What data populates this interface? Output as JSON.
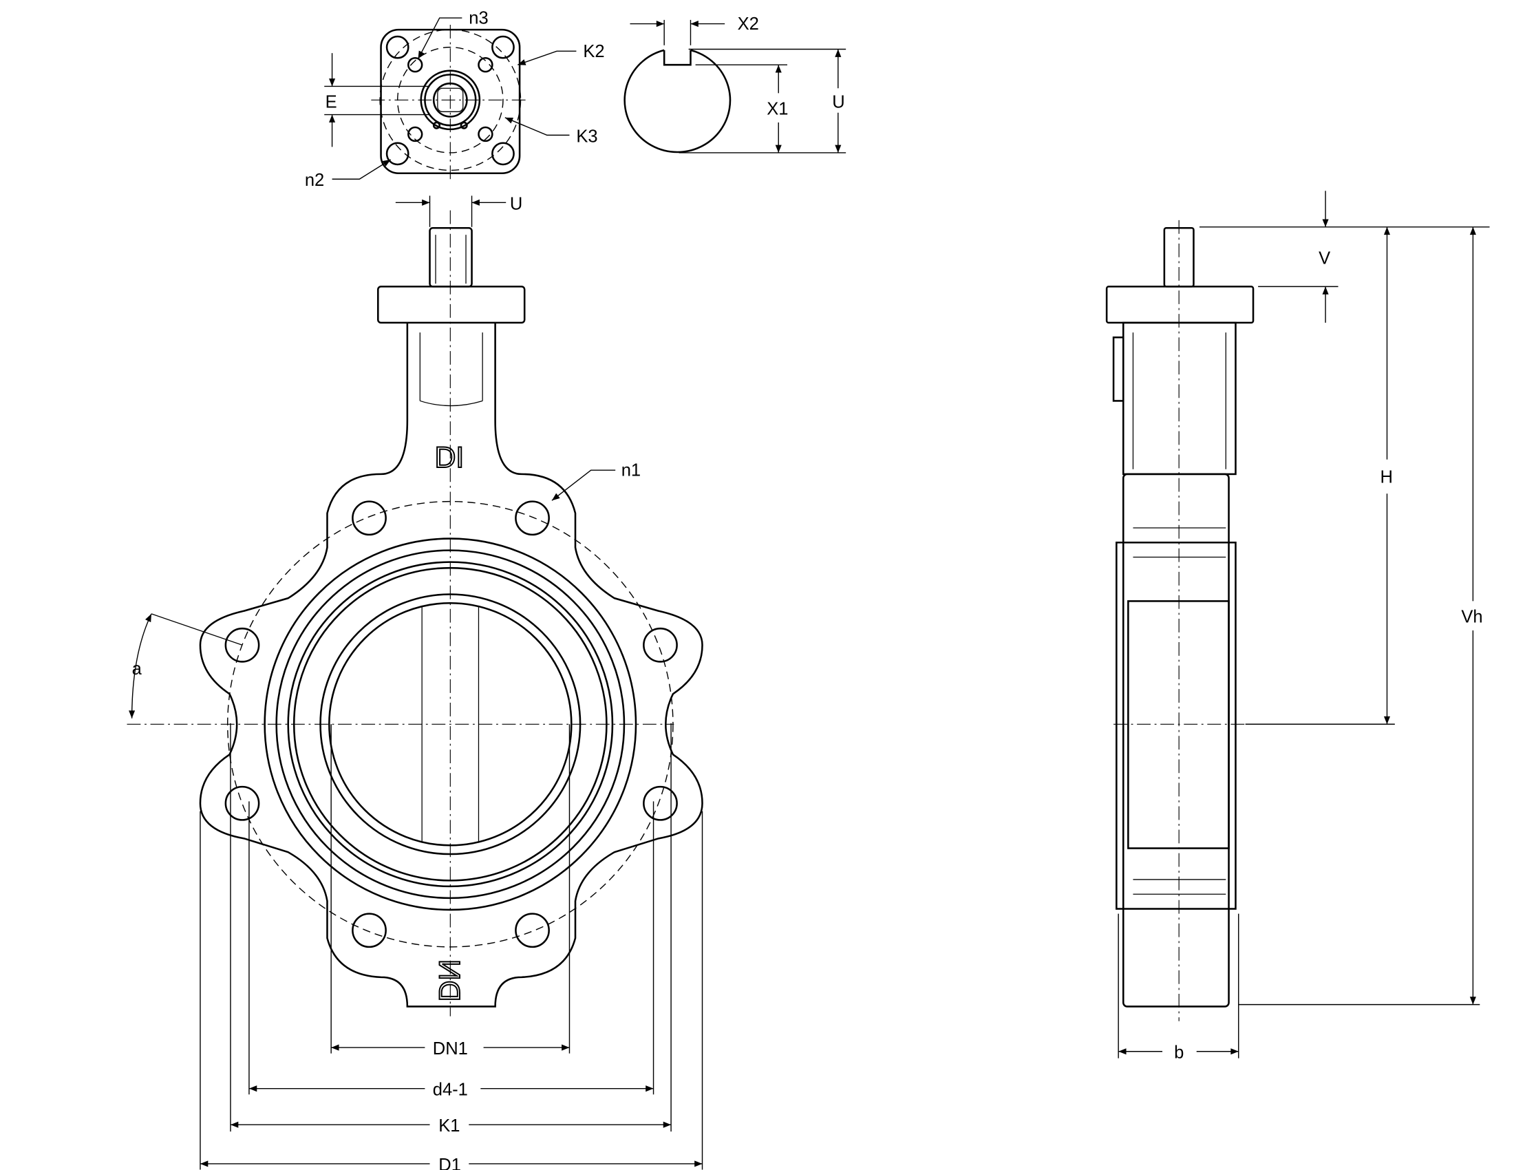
{
  "drawing": {
    "title": "Lug butterfly valve dimension drawing",
    "labels": {
      "n3": "n3",
      "K2": "K2",
      "E": "E",
      "K3": "K3",
      "n2": "n2",
      "X2": "X2",
      "X1": "X1",
      "U_shaft": "U",
      "U_stem": "U",
      "V": "V",
      "H": "H",
      "Vh": "Vh",
      "n1": "n1",
      "a": "a",
      "DN1": "DN1",
      "d4_1": "d4-1",
      "K1": "K1",
      "D1": "D1",
      "b": "b"
    },
    "body_markings": {
      "material": "DI",
      "size": "DN"
    }
  }
}
